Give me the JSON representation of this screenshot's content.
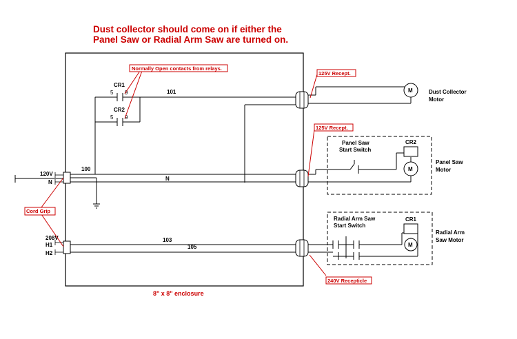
{
  "title": {
    "line1": "Dust collector should come on if either the",
    "line2": "Panel Saw or Radial Arm Saw are turned on."
  },
  "callouts": {
    "contacts": "Normally Open contacts from relays.",
    "cord_grip": "Cord Grip",
    "recept_125_top": "125V Recept.",
    "recept_125_mid": "125V Recept.",
    "recept_240": "240V Recepticle"
  },
  "relays": {
    "cr1": {
      "name": "CR1",
      "pin_a": "5",
      "pin_b": "9"
    },
    "cr2": {
      "name": "CR2",
      "pin_a": "5",
      "pin_b": "9"
    }
  },
  "wires": {
    "w101": "101",
    "w100": "100",
    "neutral": "N",
    "w103": "103",
    "w105": "105"
  },
  "inputs": {
    "v120": "120V",
    "n": "N",
    "v208": "208V",
    "h1": "H1",
    "h2": "H2"
  },
  "loads": {
    "dust_collector": {
      "line1": "Dust Collector",
      "line2": "Motor",
      "motor_symbol": "M"
    },
    "panel_saw": {
      "switch_line1": "Panel Saw",
      "switch_line2": "Start Switch",
      "relay": "CR2",
      "motor_symbol": "M",
      "line1": "Panel Saw",
      "line2": "Motor"
    },
    "radial_arm_saw": {
      "switch_line1": "Radial Arm Saw",
      "switch_line2": "Start Switch",
      "relay": "CR1",
      "motor_symbol": "M",
      "line1": "Radial Arm",
      "line2": "Saw Motor"
    }
  },
  "enclosure_label": "8\" x 8\" enclosure",
  "colors": {
    "annotation": "#cc0000",
    "wiring": "#000000",
    "background": "#ffffff"
  }
}
